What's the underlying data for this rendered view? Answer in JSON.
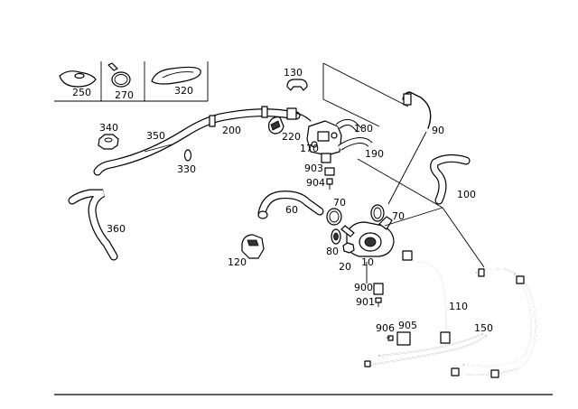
{
  "labels": {
    "p250": "250",
    "p270": "270",
    "p320": "320",
    "p130": "130",
    "p90": "90",
    "p340": "340",
    "p350": "350",
    "p200": "200",
    "p220": "220",
    "p180": "180",
    "p170": "170",
    "p190": "190",
    "p330": "330",
    "p903": "903",
    "p904": "904",
    "p100": "100",
    "p360": "360",
    "p60": "60",
    "p70a": "70",
    "p70b": "70",
    "p80": "80",
    "p20": "20",
    "p10": "10",
    "p120": "120",
    "p900": "900",
    "p901": "901",
    "p110": "110",
    "p906": "906",
    "p905": "905",
    "p150": "150"
  }
}
